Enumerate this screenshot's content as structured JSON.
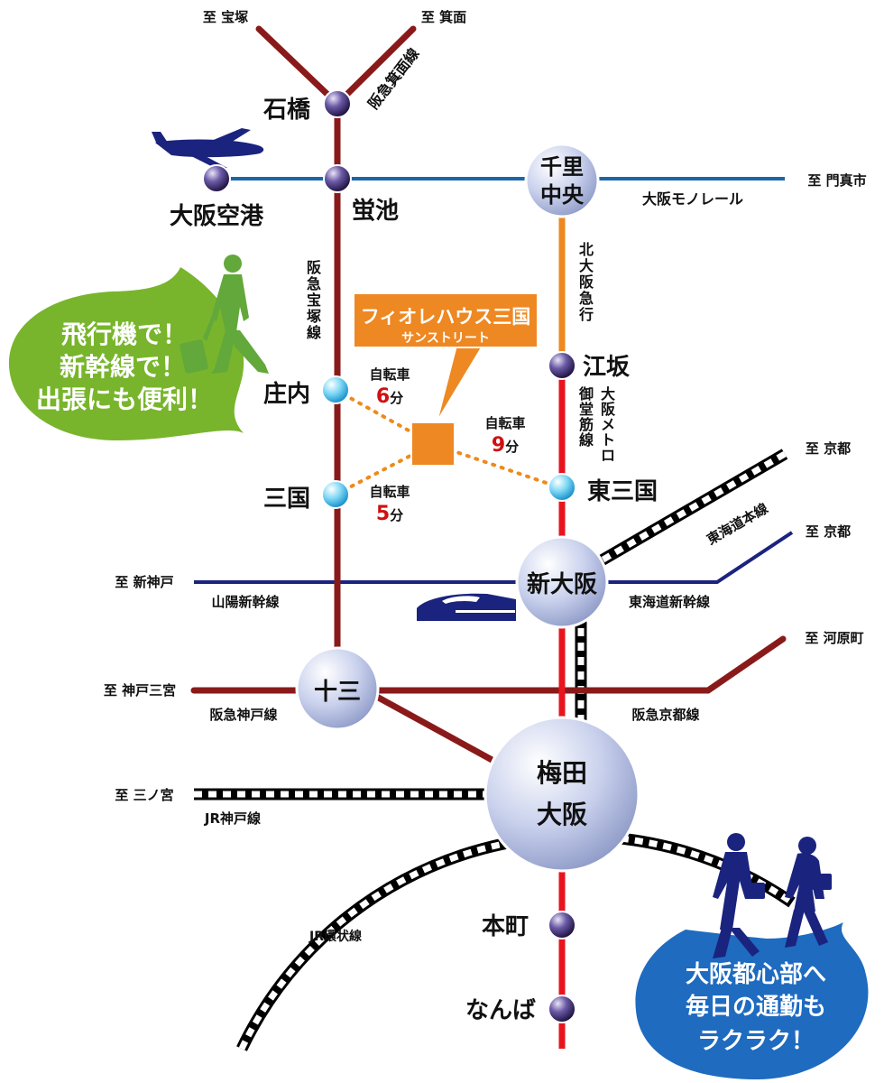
{
  "colors": {
    "hankyu": "#8a1a1a",
    "monorail": "#1a66a8",
    "kitaosaka": "#ee8822",
    "midosuji": "#e8141e",
    "shinkansen": "#1a237e",
    "jr": "#000000",
    "bike_route": "#ee8a1a",
    "bike_minutes": "#d01010",
    "green_bubble": "#78b52c",
    "blue_bubble": "#1e6bc0",
    "figure_navy": "#1a237e"
  },
  "destinations": {
    "takarazuka": "至 宝塚",
    "minoh": "至 箕面",
    "kadoma": "至 門真市",
    "kyoto_jr": "至 京都",
    "kyoto_shinkansen": "至 京都",
    "shinkobe": "至 新神戸",
    "kawaramachi": "至 河原町",
    "kobe_sannomiya": "至 神戸三宮",
    "sannomiya": "至 三ノ宮"
  },
  "lines": {
    "hankyu_minoh": "阪急箕面線",
    "hankyu_takarazuka": "阪急宝塚線",
    "osaka_monorail": "大阪モノレール",
    "kita_osaka_kyuko": "北大阪急行",
    "osaka_metro_midosuji": "大阪メトロ御堂筋線",
    "tokaido_main": "東海道本線",
    "sanyo_shinkansen": "山陽新幹線",
    "tokaido_shinkansen": "東海道新幹線",
    "hankyu_kobe": "阪急神戸線",
    "hankyu_kyoto": "阪急京都線",
    "jr_kobe": "JR神戸線",
    "jr_loop": "JR環状線"
  },
  "stations": {
    "ishibashi": "石橋",
    "hotarugaike": "蛍池",
    "osaka_airport": "大阪空港",
    "senri_chuo_1": "千里",
    "senri_chuo_2": "中央",
    "esaka": "江坂",
    "shonai": "庄内",
    "mikuni": "三国",
    "higashi_mikuni": "東三国",
    "shin_osaka": "新大阪",
    "juso": "十三",
    "umeda_1": "梅田",
    "umeda_2": "大阪",
    "honmachi": "本町",
    "namba": "なんば"
  },
  "property": {
    "name": "フィオレハウス三国",
    "subtitle": "サンストリート"
  },
  "bike": {
    "label": "自転車",
    "shonai_minutes": "6",
    "mikuni_minutes": "5",
    "higashi_mikuni_minutes": "9",
    "unit": "分"
  },
  "bubbles": {
    "green": [
      "飛行機で！",
      "新幹線で！",
      "出張にも便利！"
    ],
    "blue": [
      "大阪都心部へ",
      "毎日の通勤も",
      "ラクラク！"
    ]
  },
  "icons": {
    "airplane": "airplane-icon",
    "shinkansen": "shinkansen-train-icon",
    "traveler": "traveler-with-suitcase-icon",
    "commuters": "commuters-icon"
  }
}
